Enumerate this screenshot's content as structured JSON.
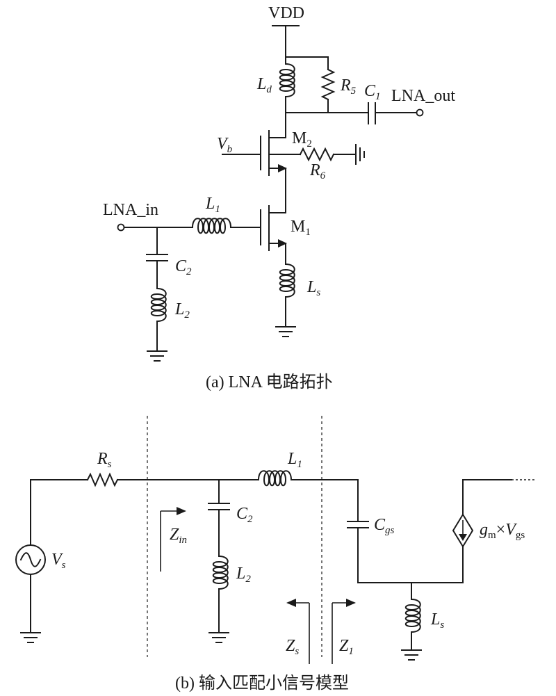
{
  "figure_a": {
    "vdd": "VDD",
    "inductors": {
      "d": {
        "sym": "L",
        "sub": "d"
      },
      "one": {
        "sym": "L",
        "sub": "1"
      },
      "two": {
        "sym": "L",
        "sub": "2"
      },
      "s": {
        "sym": "L",
        "sub": "s"
      }
    },
    "resistors": {
      "five": {
        "sym": "R",
        "sub": "5"
      },
      "six": {
        "sym": "R",
        "sub": "6"
      }
    },
    "capacitors": {
      "one": {
        "sym": "C",
        "sub": "1"
      },
      "two": {
        "sym": "C",
        "sub": "2"
      }
    },
    "transistors": {
      "m2": {
        "sym": "M",
        "sub": "2"
      },
      "m1": {
        "sym": "M",
        "sub": "1"
      }
    },
    "bias": {
      "sym": "V",
      "sub": "b"
    },
    "port_out": "LNA_out",
    "port_in": "LNA_in",
    "caption": "(a) LNA 电路拓扑"
  },
  "figure_b": {
    "source_resistor": {
      "sym": "R",
      "sub": "s"
    },
    "source": {
      "sym": "V",
      "sub": "s"
    },
    "inductor_l1": {
      "sym": "L",
      "sub": "1"
    },
    "capacitor_c2": {
      "sym": "C",
      "sub": "2"
    },
    "inductor_l2": {
      "sym": "L",
      "sub": "2"
    },
    "capacitor_cgs": {
      "sym": "C",
      "sub": "gs"
    },
    "inductor_ls": {
      "sym": "L",
      "sub": "s"
    },
    "impedance_in": {
      "sym": "Z",
      "sub": "in"
    },
    "impedance_s": {
      "sym": "Z",
      "sub": "s"
    },
    "impedance_1": {
      "sym": "Z",
      "sub": "1"
    },
    "current_source": {
      "gm": "g",
      "gm_sub": "m",
      "times": "×",
      "v": "V",
      "v_sub": "gs"
    },
    "caption": "(b) 输入匹配小信号模型"
  }
}
